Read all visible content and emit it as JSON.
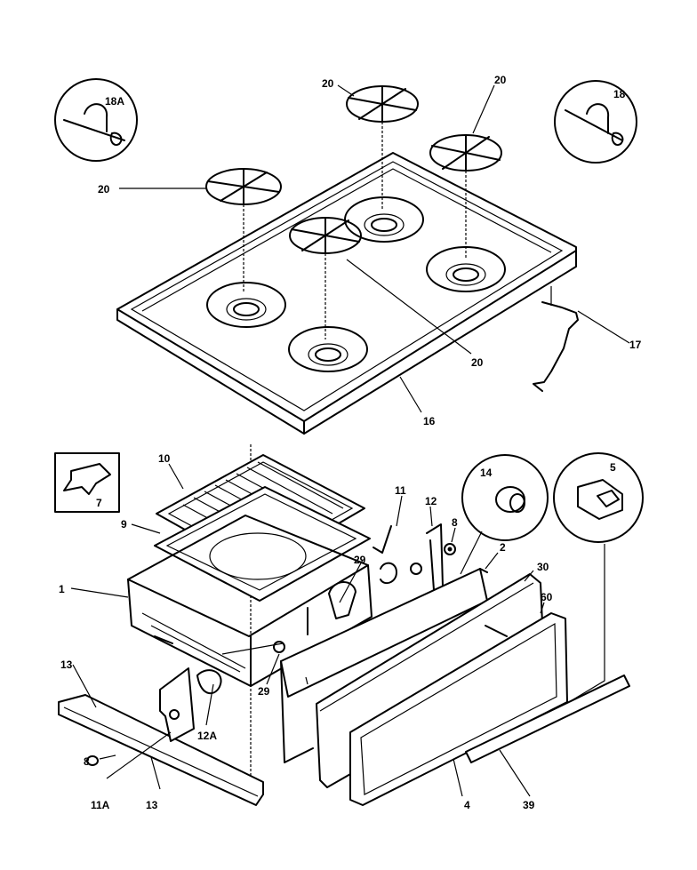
{
  "callouts": {
    "c20a": "20",
    "c20b": "20",
    "c20c": "20",
    "c20d": "20",
    "c18a": "18A",
    "c18": "18",
    "c17": "17",
    "c16": "16",
    "c10": "10",
    "c9": "9",
    "c7": "7",
    "c1": "1",
    "c11": "11",
    "c12": "12",
    "c8a": "8",
    "c14": "14",
    "c5": "5",
    "c2": "2",
    "c30": "30",
    "c60": "60",
    "c29a": "29",
    "c29b": "29",
    "c13a": "13",
    "c12a": "12A",
    "c8b": "8",
    "c11a": "11A",
    "c13b": "13",
    "c4": "4",
    "c39": "39"
  }
}
